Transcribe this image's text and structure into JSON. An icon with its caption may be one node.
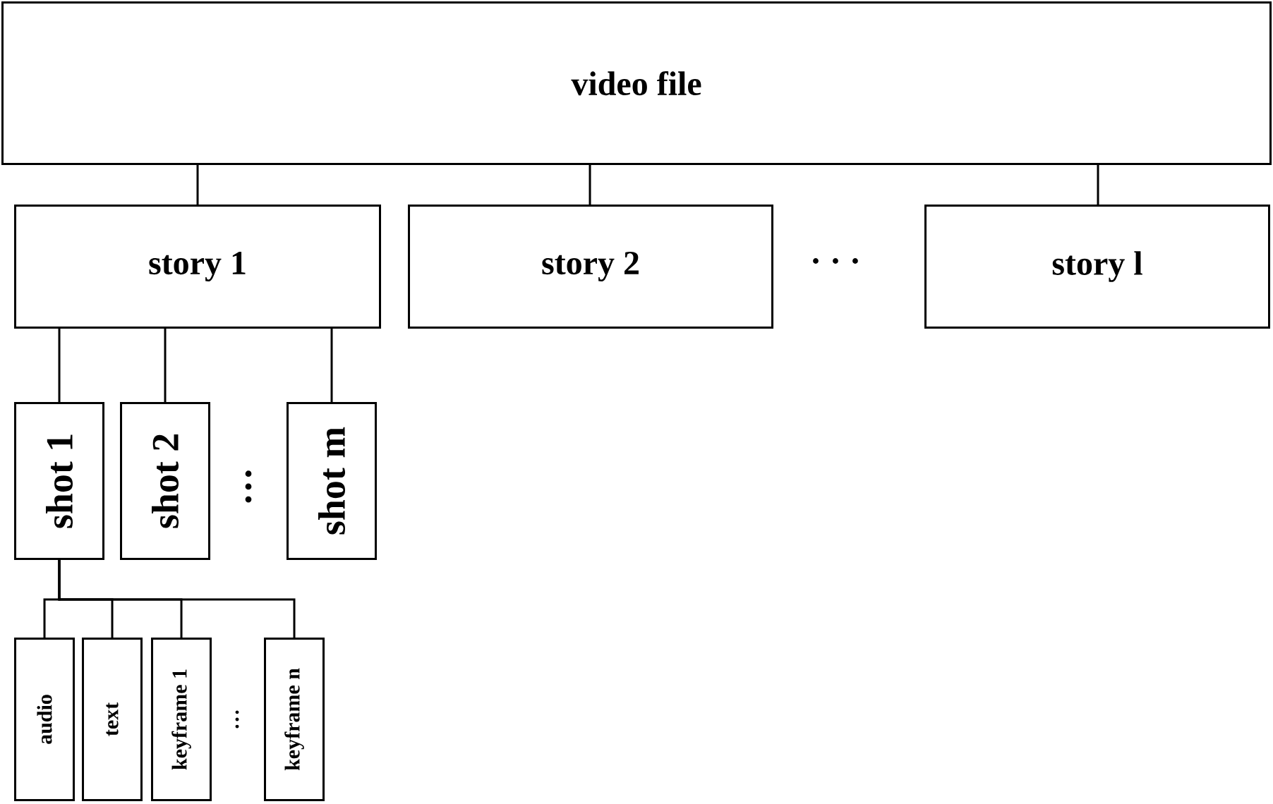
{
  "diagram": {
    "nodes": [
      {
        "text": [
          "video file"
        ]
      },
      {
        "text": [
          "story 1"
        ]
      },
      {
        "text": [
          "story 2"
        ]
      },
      {
        "text": [
          "story l"
        ]
      },
      {
        "text": [
          "shot 1"
        ]
      },
      {
        "text": [
          "shot 2"
        ]
      },
      {
        "text": [
          "shot m"
        ]
      },
      {
        "text": [
          "audio"
        ]
      },
      {
        "text": [
          "text"
        ]
      },
      {
        "text": [
          "keyframe 1"
        ]
      },
      {
        "text": [
          "keyframe n"
        ]
      }
    ],
    "edges": [
      {
        "from": 0,
        "to": 1,
        "arrow": "none"
      },
      {
        "from": 0,
        "to": 2,
        "arrow": "none"
      },
      {
        "from": 0,
        "to": 3,
        "arrow": "none"
      },
      {
        "from": 1,
        "to": 4,
        "arrow": "none"
      },
      {
        "from": 1,
        "to": 5,
        "arrow": "none"
      },
      {
        "from": 1,
        "to": 6,
        "arrow": "none"
      },
      {
        "from": 4,
        "to": 7,
        "arrow": "none"
      },
      {
        "from": 4,
        "to": 8,
        "arrow": "none"
      },
      {
        "from": 4,
        "to": 9,
        "arrow": "none"
      },
      {
        "from": 4,
        "to": 10,
        "arrow": "none"
      }
    ],
    "labels": [
      "· · ·",
      "…",
      "…"
    ]
  }
}
